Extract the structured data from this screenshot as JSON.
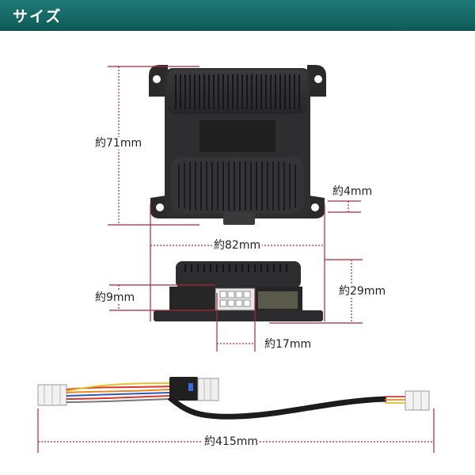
{
  "header": {
    "title": "サイズ",
    "color": "#11625f"
  },
  "dimensions": {
    "height": "約71mm",
    "flange": "約4mm",
    "width": "約82mm",
    "connector_height": "約9mm",
    "side_height": "約29mm",
    "connector_width": "約17mm",
    "cable_length": "約415mm"
  },
  "colors": {
    "guide_line": "#b4233a",
    "device": "#2b2b2b"
  }
}
